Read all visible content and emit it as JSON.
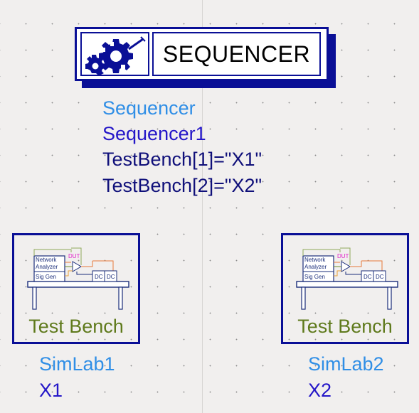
{
  "sequencer": {
    "title": "SEQUENCER",
    "type_label": "Sequencer",
    "instance_name": "Sequencer1",
    "params": [
      "TestBench[1]=\"X1\"",
      "TestBench[2]=\"X2\""
    ],
    "icon": "gears-icon"
  },
  "test_benches": [
    {
      "label": "Test Bench",
      "sim_name": "SimLab1",
      "instance": "X1",
      "schematic": {
        "network": "Network",
        "analyzer": "Analyzer",
        "dut": "DUT",
        "sig_gen": "Sig Gen",
        "dc1": "DC",
        "dc2": "DC"
      }
    },
    {
      "label": "Test Bench",
      "sim_name": "SimLab2",
      "instance": "X2",
      "schematic": {
        "network": "Network",
        "analyzer": "Analyzer",
        "dut": "DUT",
        "sig_gen": "Sig Gen",
        "dc1": "DC",
        "dc2": "DC"
      }
    }
  ],
  "colors": {
    "border": "#0a0f96",
    "type_label": "#2f8ee6",
    "instance_text": "#10107a",
    "bench_label": "#5f7a1c",
    "canvas": "#f1efee"
  }
}
